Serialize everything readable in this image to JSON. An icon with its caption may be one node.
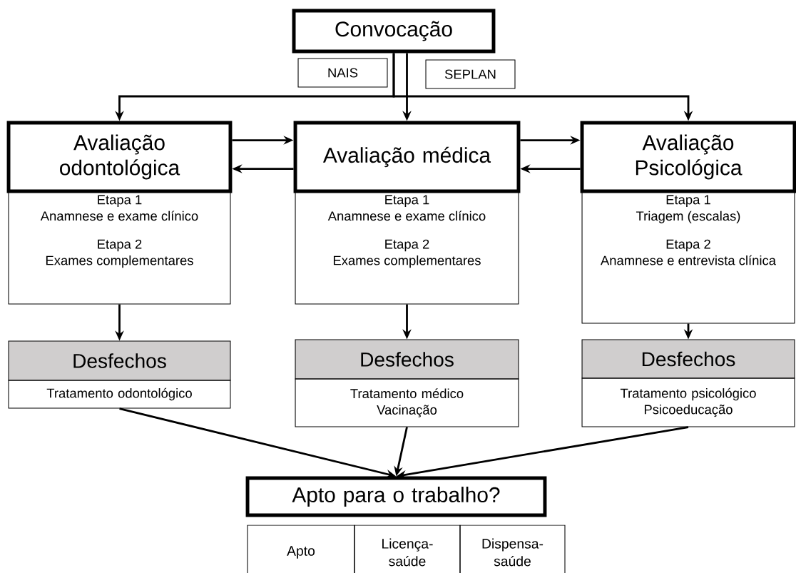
{
  "diagram": {
    "nodes": [
      {
        "text": [
          "Convocação"
        ]
      },
      {
        "text": [
          "NAIS"
        ]
      },
      {
        "text": [
          "SEPLAN"
        ]
      },
      {
        "text": [
          "Avaliação odontológica"
        ]
      },
      {
        "text": [
          "Avaliação médica"
        ]
      },
      {
        "text": [
          "Avaliação Psicológica"
        ]
      },
      {
        "text": [
          "Etapa 1",
          "Anamnese e exame clínico",
          "Etapa 2",
          "Exames complementares"
        ]
      },
      {
        "text": [
          "Etapa 1",
          "Anamnese e exame clínico",
          "Etapa 2",
          "Exames complementares"
        ]
      },
      {
        "text": [
          "Etapa 1",
          "Triagem (escalas)",
          "Etapa 2",
          "Anamnese e entrevista clínica"
        ]
      },
      {
        "text": [
          "Desfechos"
        ]
      },
      {
        "text": [
          "Tratamento odontológico"
        ]
      },
      {
        "text": [
          "Desfechos"
        ]
      },
      {
        "text": [
          "Tratamento médico",
          "Vacinação"
        ]
      },
      {
        "text": [
          "Desfechos"
        ]
      },
      {
        "text": [
          "Tratamento psicológico",
          "Psicoeducação"
        ]
      },
      {
        "text": [
          "Apto para o trabalho?"
        ]
      },
      {
        "text": [
          "Apto"
        ]
      },
      {
        "text": [
          "Licença-saúde"
        ]
      },
      {
        "text": [
          "Dispensa-saúde"
        ]
      }
    ],
    "edges": [
      {
        "from": 0,
        "to": 3,
        "arrow": "to"
      },
      {
        "from": 0,
        "to": 4,
        "arrow": "to"
      },
      {
        "from": 0,
        "to": 5,
        "arrow": "to"
      },
      {
        "from": 3,
        "to": 4,
        "arrow": "to"
      },
      {
        "from": 4,
        "to": 3,
        "arrow": "to"
      },
      {
        "from": 4,
        "to": 5,
        "arrow": "to"
      },
      {
        "from": 5,
        "to": 4,
        "arrow": "to"
      },
      {
        "from": 6,
        "to": 9,
        "arrow": "to"
      },
      {
        "from": 7,
        "to": 11,
        "arrow": "to"
      },
      {
        "from": 8,
        "to": 13,
        "arrow": "to"
      },
      {
        "from": 10,
        "to": 15,
        "arrow": "to"
      },
      {
        "from": 12,
        "to": 15,
        "arrow": "to"
      },
      {
        "from": 14,
        "to": 15,
        "arrow": "to"
      }
    ]
  }
}
